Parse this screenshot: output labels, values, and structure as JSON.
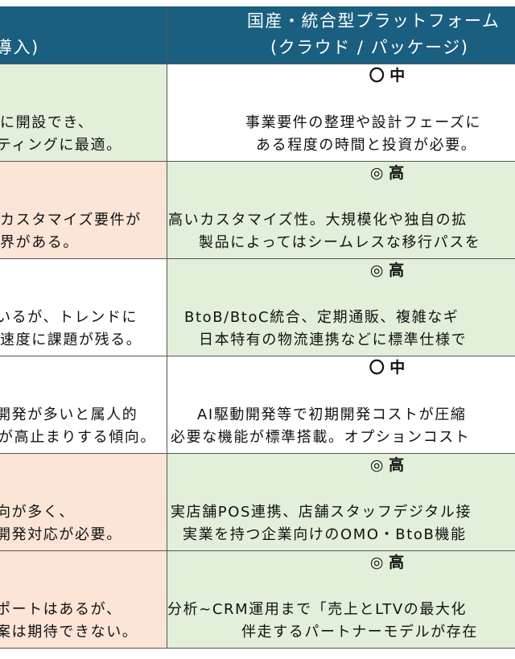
{
  "header": {
    "left_title_fragment": "導入)",
    "right_title_line1": "国産・統合型プラットフォーム",
    "right_title_line2": "(クラウド / パッケージ)"
  },
  "rows": [
    {
      "left": [
        "に開設でき、",
        "ティングに最適。"
      ],
      "rating": "〇 中",
      "right": [
        "事業要件の整理や設計フェーズに",
        "ある程度の時間と投資が必要。"
      ]
    },
    {
      "left": [
        "カスタマイズ要件が",
        "界がある。"
      ],
      "rating": "◎ 高",
      "right": [
        "高いカスタマイズ性。大規模化や独自の拡",
        "製品によってはシームレスな移行パスを"
      ]
    },
    {
      "left": [
        "いるが、トレンドに",
        "速度に課題が残る。"
      ],
      "rating": "◎ 高",
      "right": [
        "BtoB/BtoC統合、定期通販、複雑なギ",
        "日本特有の物流連携などに標準仕様で"
      ]
    },
    {
      "left": [
        "開発が多いと属人的",
        "が高止まりする傾向。"
      ],
      "rating": "〇 中",
      "right": [
        "AI駆動開発等で初期開発コストが圧縮",
        "必要な機能が標準搭載。オプションコスト"
      ]
    },
    {
      "left": [
        "向が多く、",
        "開発対応が必要。"
      ],
      "rating": "◎ 高",
      "right": [
        "実店舗POS連携、店舗スタッフデジタル接",
        "実業を持つ企業向けのOMO・BtoB機能"
      ]
    },
    {
      "left": [
        "ポートはあるが、",
        "案は期待できない。"
      ],
      "rating": "◎ 高",
      "right": [
        "分析~CRM運用まで「売上とLTVの最大化",
        "伴走するパートナーモデルが存在"
      ]
    }
  ],
  "colors": {
    "header": "#1a5f80",
    "green": "#e2efda",
    "peach": "#fce4d6"
  }
}
